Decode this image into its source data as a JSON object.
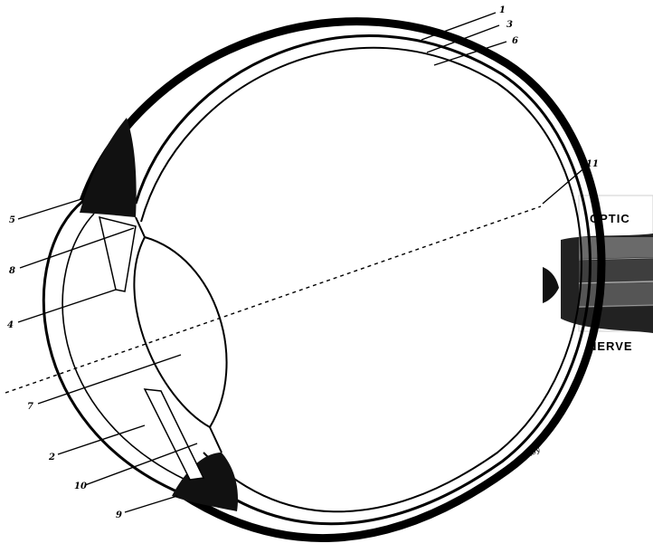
{
  "labels": {
    "n1": "1",
    "n2": "2",
    "n3": "3",
    "n4": "4",
    "n5": "5",
    "n6": "6",
    "n7": "7",
    "n8": "8",
    "n9": "9",
    "n10": "10",
    "n11": "11"
  },
  "nerve": {
    "top": "OPTIC",
    "bottom": "NERVE"
  },
  "signature": "Nisy"
}
